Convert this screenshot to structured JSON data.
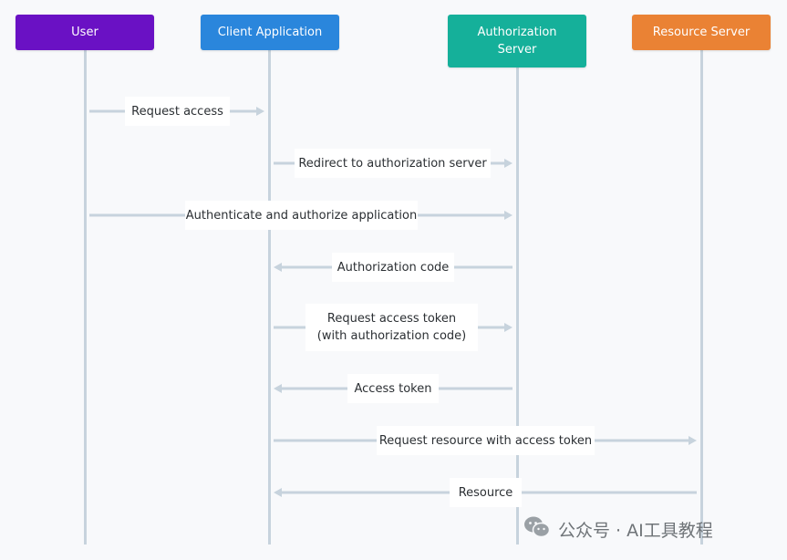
{
  "actors": [
    {
      "id": "user",
      "label": "User",
      "color": "#6a11c4"
    },
    {
      "id": "client",
      "label": "Client Application",
      "color": "#2a86dc"
    },
    {
      "id": "auth",
      "label": "Authorization Server",
      "color": "#15b09a"
    },
    {
      "id": "resource",
      "label": "Resource Server",
      "color": "#ea8234"
    }
  ],
  "messages": [
    {
      "from": "user",
      "to": "client",
      "label": "Request access"
    },
    {
      "from": "client",
      "to": "auth",
      "label": "Redirect to authorization server"
    },
    {
      "from": "user",
      "to": "auth",
      "label": "Authenticate and authorize application"
    },
    {
      "from": "auth",
      "to": "client",
      "label": "Authorization code"
    },
    {
      "from": "client",
      "to": "auth",
      "label": "Request access token (with authorization code)"
    },
    {
      "from": "auth",
      "to": "client",
      "label": "Access token"
    },
    {
      "from": "client",
      "to": "resource",
      "label": "Request resource with access token"
    },
    {
      "from": "resource",
      "to": "client",
      "label": "Resource"
    }
  ],
  "line_color": "#c7d3dd",
  "watermark": {
    "icon": "wechat-icon",
    "text": "公众号 · AI工具教程"
  }
}
